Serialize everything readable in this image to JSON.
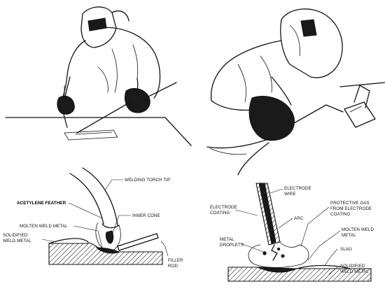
{
  "gas_welding": {
    "labels": {
      "torch_tip": "WELDING TORCH TIP",
      "acetylene_feather": "ACETYLENE FEATHER",
      "inner_cone": "INNER CONE",
      "molten_weld_metal": "MOLTEN WELD METAL",
      "solidified_weld_metal_1": "SOLIDIFIED",
      "solidified_weld_metal_2": "WELD METAL",
      "filler_rod_1": "FILLER",
      "filler_rod_2": "ROD"
    }
  },
  "arc_welding": {
    "labels": {
      "electrode_wire_1": "ELECTRODE",
      "electrode_wire_2": "WIRE",
      "electrode_coating_1": "ELECTRODE",
      "electrode_coating_2": "COATING",
      "arc": "ARC",
      "protective_gas_1": "PROTECTIVE GAS",
      "protective_gas_2": "FROM ELECTRODE",
      "protective_gas_3": "COATING",
      "metal_droplets_1": "METAL",
      "metal_droplets_2": "DROPLETS",
      "molten_weld_metal_1": "MOLTEN WELD",
      "molten_weld_metal_2": "METAL",
      "slag": "SLAG",
      "solidified_weld_metal_1": "SOLIDIFIED",
      "solidified_weld_metal_2": "WELD METAL"
    }
  }
}
